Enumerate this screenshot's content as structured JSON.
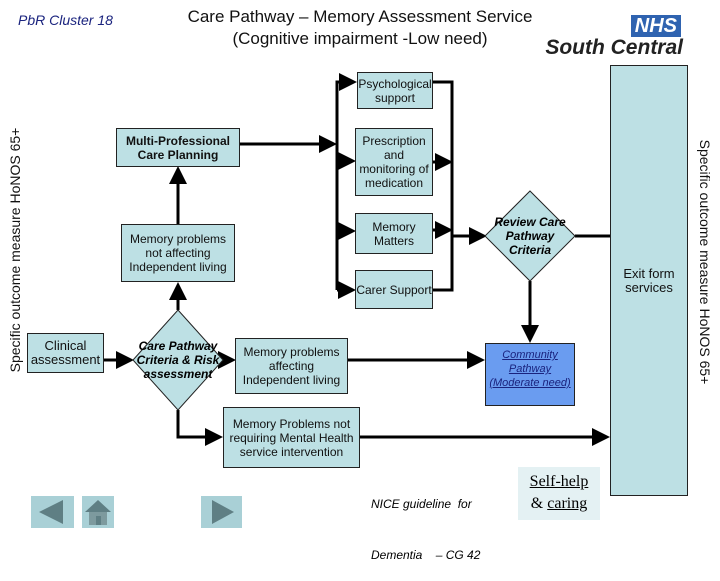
{
  "header": {
    "cluster": "PbR Cluster 18",
    "title_line1": "Care Pathway – Memory Assessment Service",
    "title_line2": "(Cognitive impairment -Low need)",
    "logo_nhs": "NHS",
    "logo_region": "South Central"
  },
  "side_labels": {
    "left": "Specific outcome measure HoNOS 65+",
    "right": "Specific outcome measure HoNOS 65+"
  },
  "nodes": {
    "psychological": "Psychological support",
    "multi_professional": "Multi-Professional Care Planning",
    "prescription": "Prescription and monitoring of medication",
    "memory_matters": "Memory Matters",
    "carer_support": "Carer Support",
    "not_affecting": "Memory problems not affecting Independent living",
    "clinical": "Clinical assessment",
    "criteria_risk": "Care Pathway Criteria & Risk assessment",
    "affecting": "Memory problems affecting Independent living",
    "review": "Review Care Pathway Criteria",
    "community": "Community Pathway (Moderate need)",
    "not_requiring": "Memory Problems not requiring Mental Health service intervention",
    "exit": "Exit form services"
  },
  "nice": {
    "line1": "NICE guideline  for",
    "line2": "Dementia    – CG 42"
  },
  "selfhelp": {
    "line1": "Self-help",
    "line2_prefix": "& ",
    "line2_link": "caring"
  },
  "colors": {
    "box": "#bde0e4",
    "community": "#6a9cf0",
    "navy": "#1a237e",
    "nhs_blue": "#2f63b0"
  },
  "nav": {
    "prev": "previous-icon",
    "home": "home-icon",
    "next": "next-icon"
  }
}
